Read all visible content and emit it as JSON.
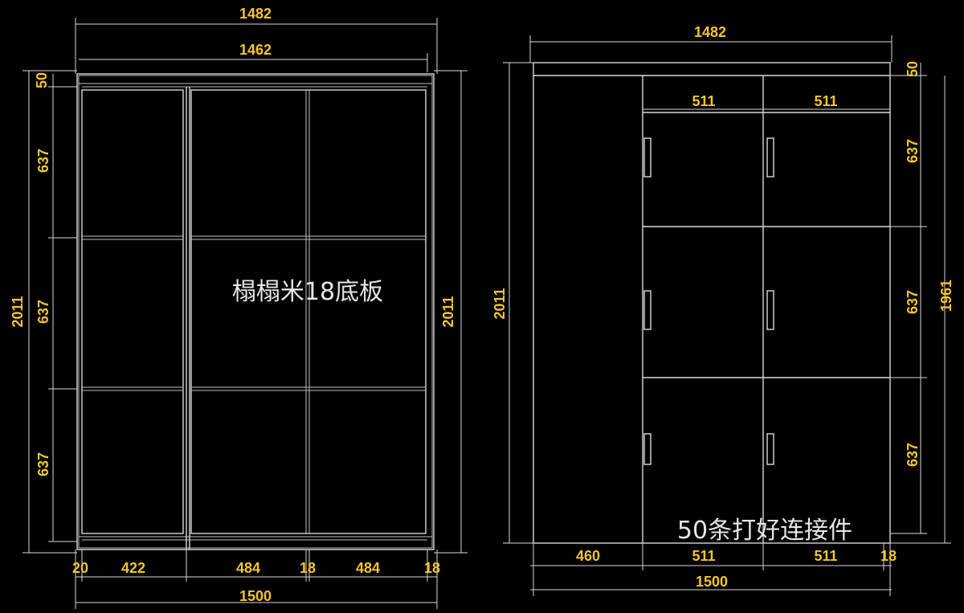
{
  "colors": {
    "background": "#000000",
    "lines": "#d9d9d9",
    "dimensions": "#f3c52a",
    "labels": "#e6e6e6"
  },
  "left": {
    "dim_top_outer": "1482",
    "dim_top_inner": "1462",
    "dim_left_top": "50",
    "dim_left_row1": "637",
    "dim_left_row2": "637",
    "dim_left_row3": "637",
    "dim_left_total": "2011",
    "dim_right_total": "2011",
    "dim_bottom_a": "20",
    "dim_bottom_b": "422",
    "dim_bottom_c": "484",
    "dim_bottom_d": "18",
    "dim_bottom_e": "484",
    "dim_bottom_f": "18",
    "dim_bottom_total": "1500",
    "label": "榻榻米18底板"
  },
  "right": {
    "dim_top_outer": "1482",
    "dim_door_left": "511",
    "dim_door_right": "511",
    "dim_left_total": "2011",
    "dim_right_top": "50",
    "dim_right_row1": "637",
    "dim_right_row2": "637",
    "dim_right_row3": "637",
    "dim_right_total": "1961",
    "dim_bottom_a": "460",
    "dim_bottom_b": "511",
    "dim_bottom_c": "511",
    "dim_bottom_d": "18",
    "dim_bottom_total": "1500",
    "label": "50条打好连接件"
  }
}
